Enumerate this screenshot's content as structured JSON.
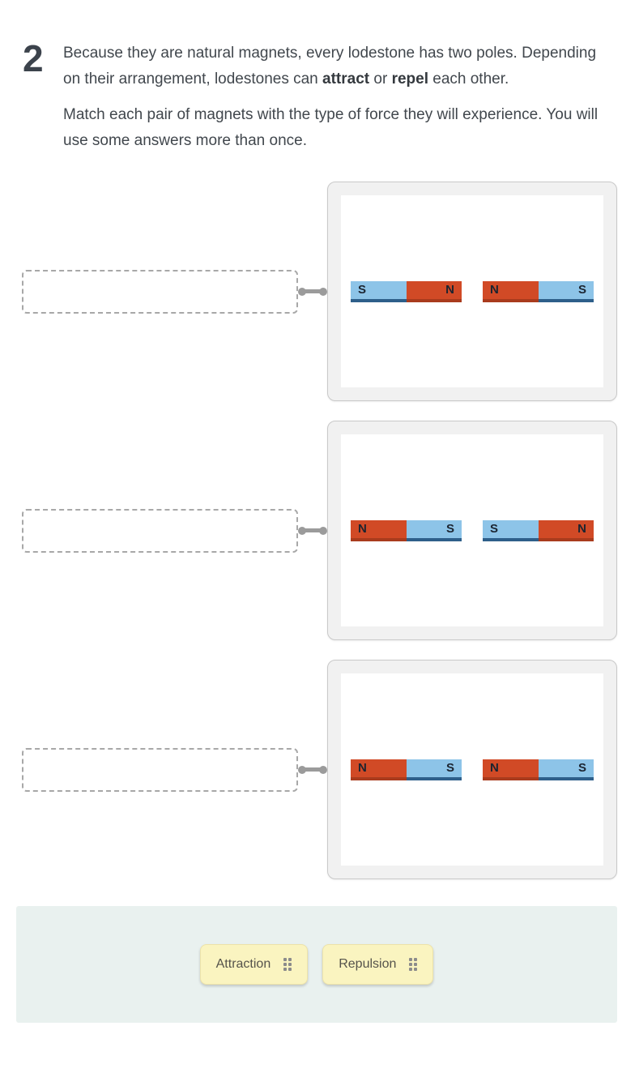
{
  "question": {
    "number": "2",
    "prompt_parts": [
      "Because they are natural magnets, every lodestone has two poles. Depending on their arrangement, lodestones can ",
      "attract",
      " or ",
      "repel",
      " each other."
    ],
    "instructions": "Match each pair of magnets with the type of force they will experience. You will use some answers more than once."
  },
  "rows": [
    {
      "drop_zone_value": "",
      "magnets": [
        {
          "poles": [
            {
              "label": "S",
              "color": "blue"
            },
            {
              "label": "N",
              "color": "red"
            }
          ]
        },
        {
          "poles": [
            {
              "label": "N",
              "color": "red"
            },
            {
              "label": "S",
              "color": "blue"
            }
          ]
        }
      ]
    },
    {
      "drop_zone_value": "",
      "magnets": [
        {
          "poles": [
            {
              "label": "N",
              "color": "red"
            },
            {
              "label": "S",
              "color": "blue"
            }
          ]
        },
        {
          "poles": [
            {
              "label": "S",
              "color": "blue"
            },
            {
              "label": "N",
              "color": "red"
            }
          ]
        }
      ]
    },
    {
      "drop_zone_value": "",
      "magnets": [
        {
          "poles": [
            {
              "label": "N",
              "color": "red"
            },
            {
              "label": "S",
              "color": "blue"
            }
          ]
        },
        {
          "poles": [
            {
              "label": "N",
              "color": "red"
            },
            {
              "label": "S",
              "color": "blue"
            }
          ]
        }
      ]
    }
  ],
  "answers": [
    {
      "label": "Attraction"
    },
    {
      "label": "Repulsion"
    }
  ],
  "icons": {
    "drag_handle": "drag-handle-icon",
    "connector": "connector-icon"
  },
  "colors": {
    "pole_blue": "#8DC4E8",
    "pole_red": "#D14A26",
    "pole_blue_shadow": "#2E5F8A",
    "pole_red_shadow": "#A93B1D",
    "pole_label": "#1B2430",
    "chip_bg": "#FAF4C0",
    "chip_border": "#EDE3A9",
    "panel_bg": "#E9F1EF",
    "body_text": "#41474D",
    "question_number": "#3C434C",
    "dashed_border": "#A8A8A8",
    "connector": "#9B9B9B",
    "card_border": "#C9C9C9",
    "card_bg": "#F1F1F1"
  }
}
